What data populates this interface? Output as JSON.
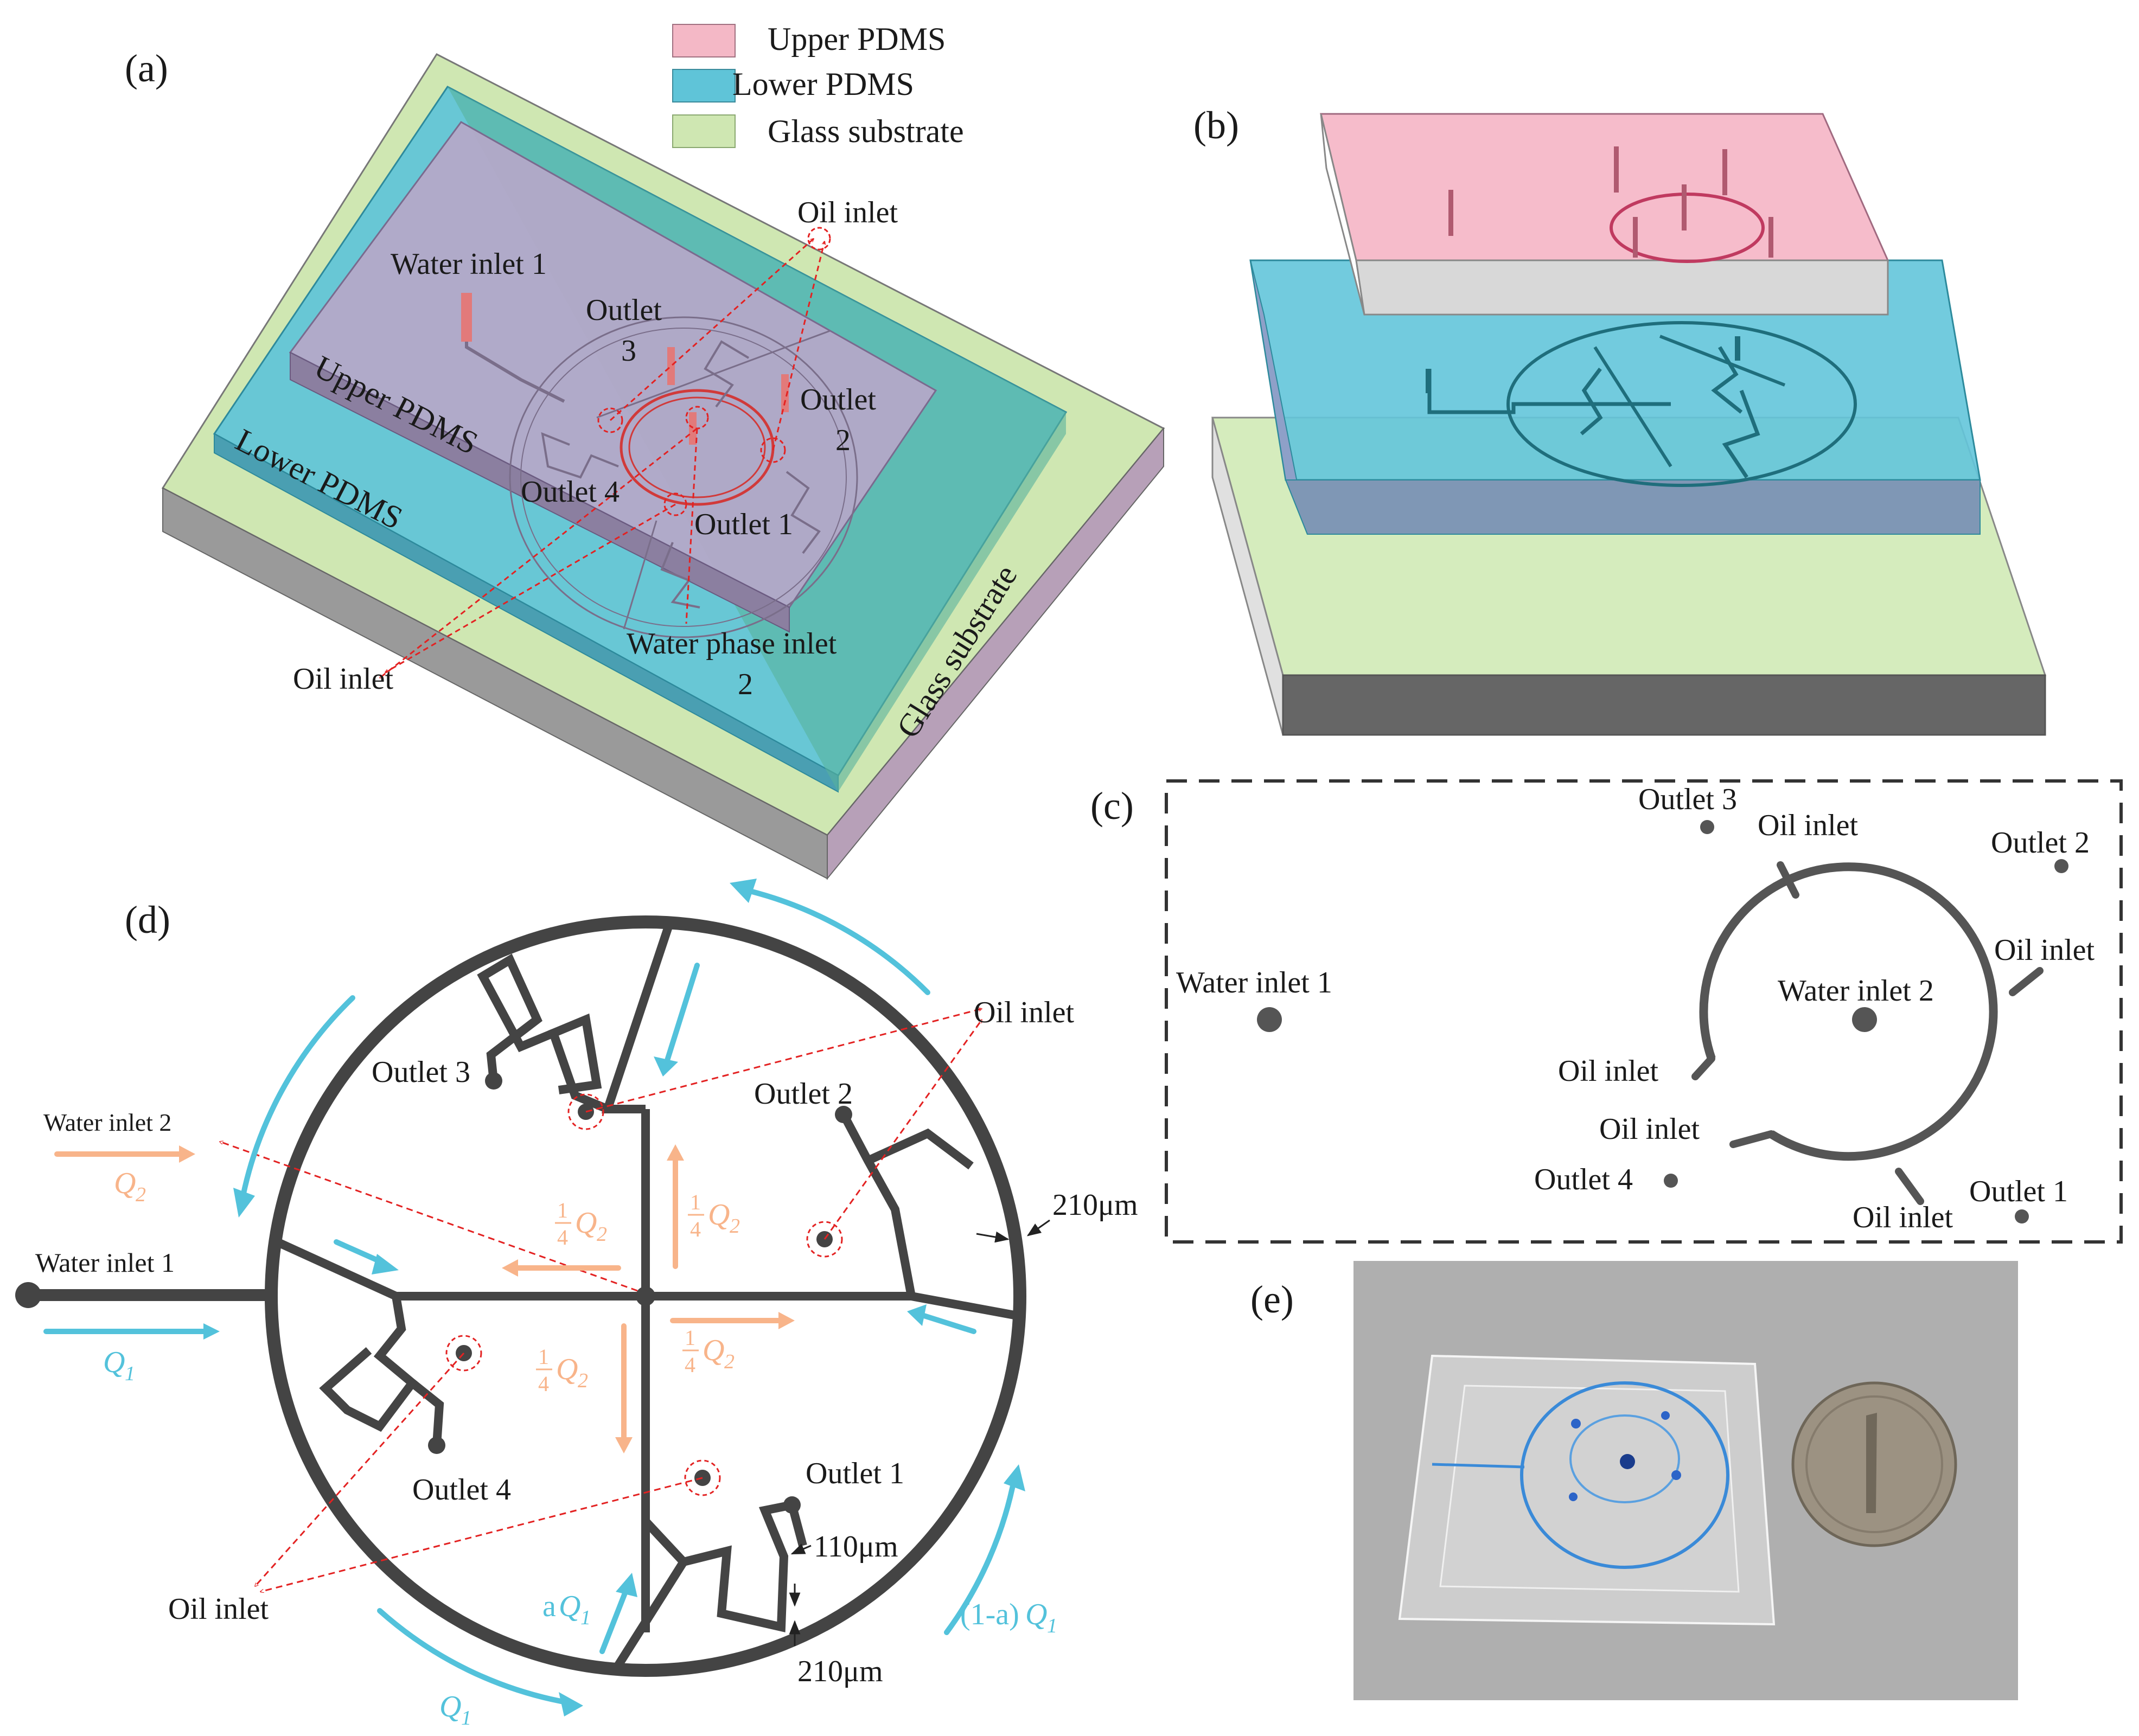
{
  "panels": {
    "a": "(a)",
    "b": "(b)",
    "c": "(c)",
    "d": "(d)",
    "e": "(e)"
  },
  "colors": {
    "upper_pdms": "#f4b8c6",
    "lower_pdms": "#5fc4d8",
    "glass": "#cfe7b2",
    "channel": "#444444",
    "arrow_blue": "#53c2db",
    "arrow_orange": "#f8b48a",
    "dash_red": "#e32222"
  },
  "legend": {
    "upper": "Upper PDMS",
    "lower": "Lower PDMS",
    "glass": "Glass substrate"
  },
  "panel_a": {
    "upper_pdms": "Upper PDMS",
    "lower_pdms": "Lower PDMS",
    "glass_substrate": "Glass substrate",
    "water_inlet_1": "Water inlet 1",
    "oil_inlet_top": "Oil inlet",
    "oil_inlet_bottom": "Oil inlet",
    "outlet_3_a": "Outlet",
    "outlet_3_b": "3",
    "outlet_2_a": "Outlet",
    "outlet_2_b": "2",
    "outlet_4": "Outlet 4",
    "outlet_1": "Outlet 1",
    "water_phase_inlet_a": "Water phase inlet",
    "water_phase_inlet_b": "2"
  },
  "panel_c": {
    "outlet_3": "Outlet 3",
    "oil_inlet_1": "Oil inlet",
    "outlet_2": "Outlet 2",
    "oil_inlet_2": "Oil inlet",
    "water_inlet_1": "Water inlet 1",
    "water_inlet_2": "Water inlet 2",
    "oil_inlet_3": "Oil inlet",
    "oil_inlet_4": "Oil inlet",
    "outlet_4": "Outlet 4",
    "oil_inlet_5": "Oil inlet",
    "outlet_1": "Outlet 1"
  },
  "panel_d": {
    "water_inlet_2": "Water inlet 2",
    "water_inlet_1": "Water inlet 1",
    "outlet_3": "Outlet 3",
    "outlet_2": "Outlet 2",
    "outlet_4": "Outlet 4",
    "outlet_1": "Outlet 1",
    "oil_inlet_top": "Oil inlet",
    "oil_inlet_bottom": "Oil inlet",
    "dim_210_right": "210μm",
    "dim_110": "110μm",
    "dim_210_bottom": "210μm",
    "Q": "Q",
    "sub1": "1",
    "sub2": "2",
    "quarter_num": "1",
    "quarter_den": "4",
    "a_prefix": "a",
    "one_minus_a_prefix": "(1-a)"
  }
}
